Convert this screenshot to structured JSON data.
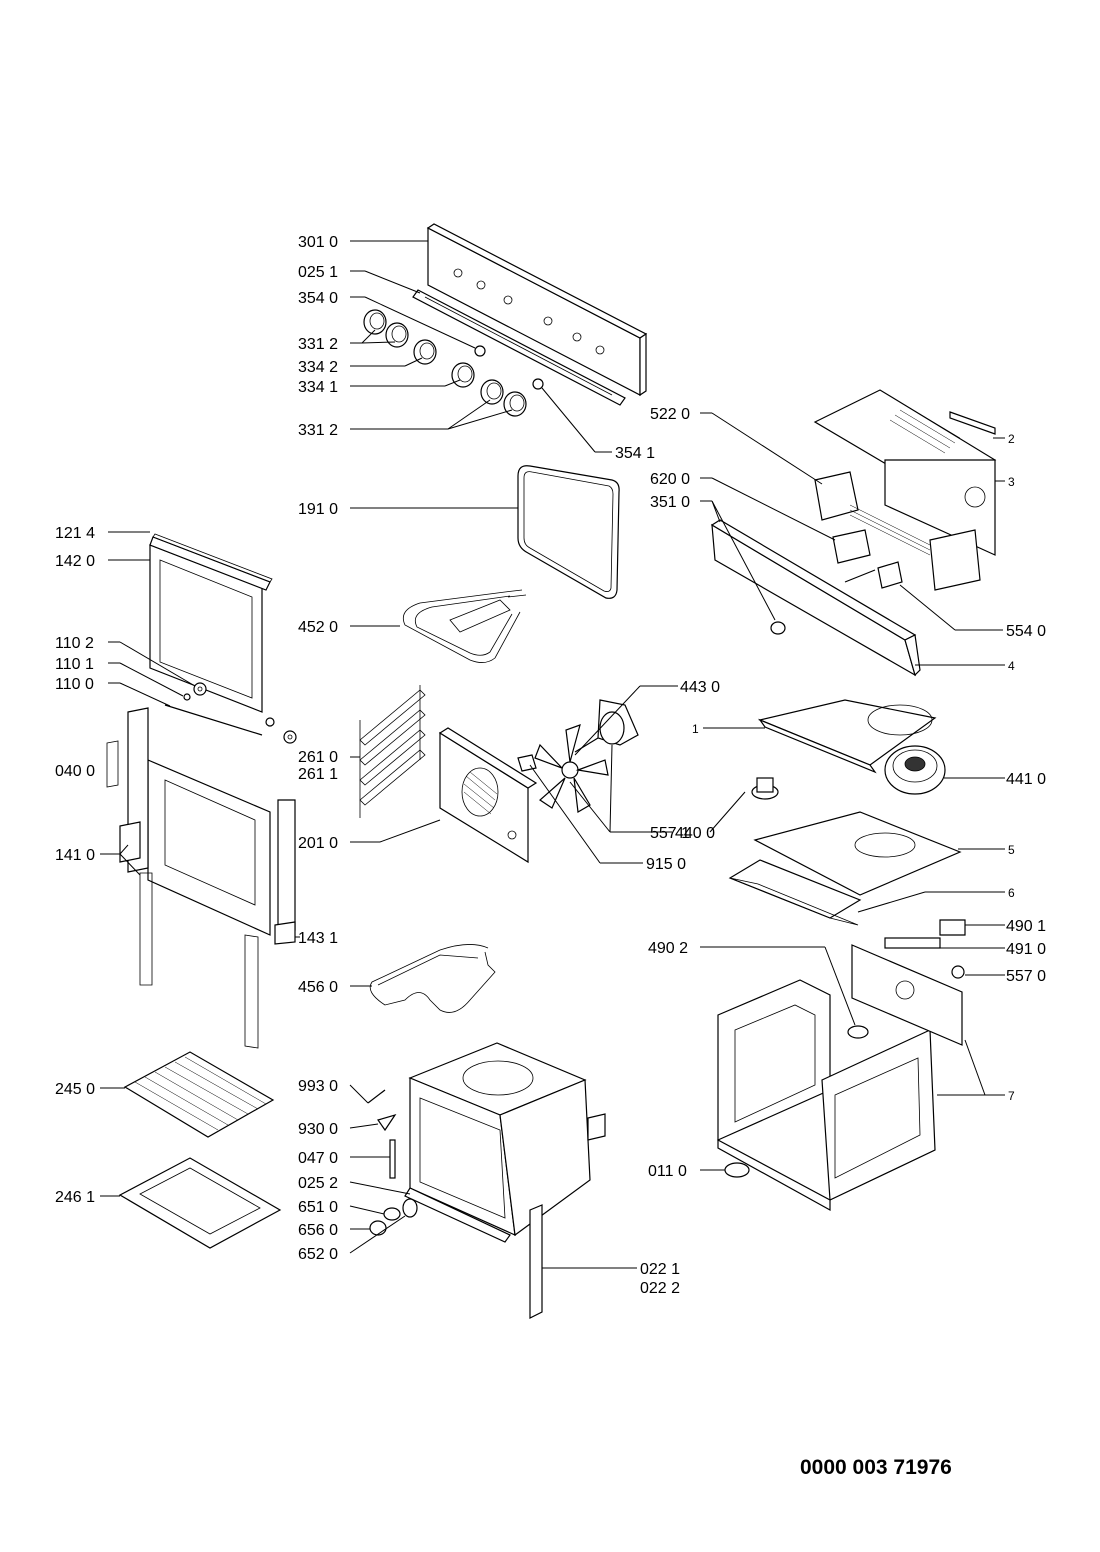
{
  "drawing": {
    "document_number": "0000 003 71976",
    "callouts": {
      "c3010": "301 0",
      "c0251": "025 1",
      "c3540": "354 0",
      "c3312a": "331 2",
      "c3342": "334 2",
      "c3341": "334 1",
      "c3312b": "331 2",
      "c3541": "354 1",
      "c1910": "191 0",
      "c1214": "121 4",
      "c1420": "142 0",
      "c4520": "452 0",
      "c1102": "110 2",
      "c1101": "110 1",
      "c1100": "110 0",
      "c2610": "261 0",
      "c2611": "261 1",
      "c0400": "040 0",
      "c2010": "201 0",
      "c1410": "141 0",
      "c1431": "143 1",
      "c4560": "456 0",
      "c2450": "245 0",
      "c9930": "993 0",
      "c9300": "930 0",
      "c0470": "047 0",
      "c0252": "025 2",
      "c2461": "246 1",
      "c6510": "651 0",
      "c6560": "656 0",
      "c6520": "652 0",
      "c0221": "022 1",
      "c0222": "022 2",
      "c5220": "522 0",
      "c6200": "620 0",
      "c3510": "351 0",
      "c5540": "554 0",
      "c4430": "443 0",
      "c4410": "441 0",
      "c5571": "557 1",
      "c4400": "440 0",
      "c9150": "915 0",
      "c4901": "490 1",
      "c4902": "490 2",
      "c4910": "491 0",
      "c5570": "557 0",
      "c0110": "011 0",
      "n1": "1",
      "n2": "2",
      "n3": "3",
      "n4": "4",
      "n5": "5",
      "n6": "6",
      "n7": "7"
    }
  }
}
